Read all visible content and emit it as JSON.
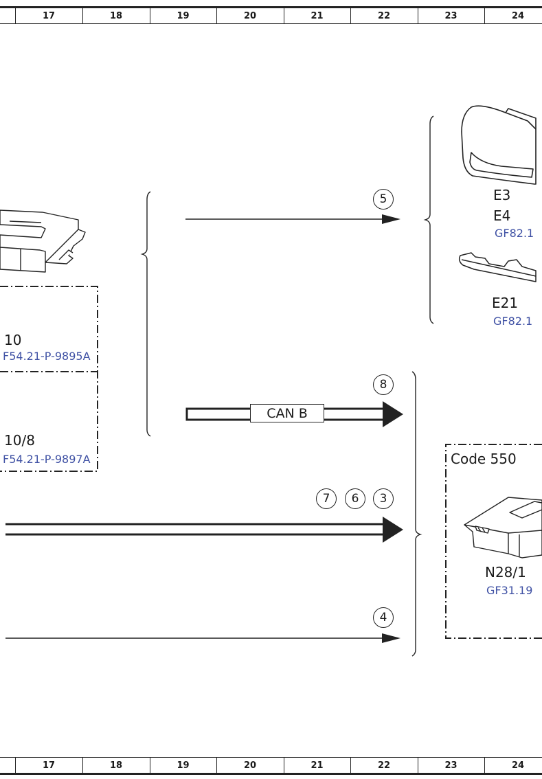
{
  "ruler": {
    "columns": [
      "17",
      "18",
      "19",
      "20",
      "21",
      "22",
      "23",
      "24"
    ]
  },
  "components": {
    "e3": {
      "label": "E3"
    },
    "e4": {
      "label": "E4",
      "ref": "GF82.1"
    },
    "e21": {
      "label": "E21",
      "ref": "GF82.1"
    },
    "n10": {
      "label": "10",
      "ref": "F54.21-P-9895A"
    },
    "n10_8": {
      "label": "10/8",
      "ref": "F54.21-P-9897A"
    },
    "n28_1": {
      "label": "N28/1",
      "ref": "GF31.19",
      "group_label": "Code 550"
    }
  },
  "signals": {
    "can_bus": "CAN B"
  },
  "markers": {
    "m5": "5",
    "m8": "8",
    "m7": "7",
    "m6": "6",
    "m3": "3",
    "m4": "4"
  }
}
